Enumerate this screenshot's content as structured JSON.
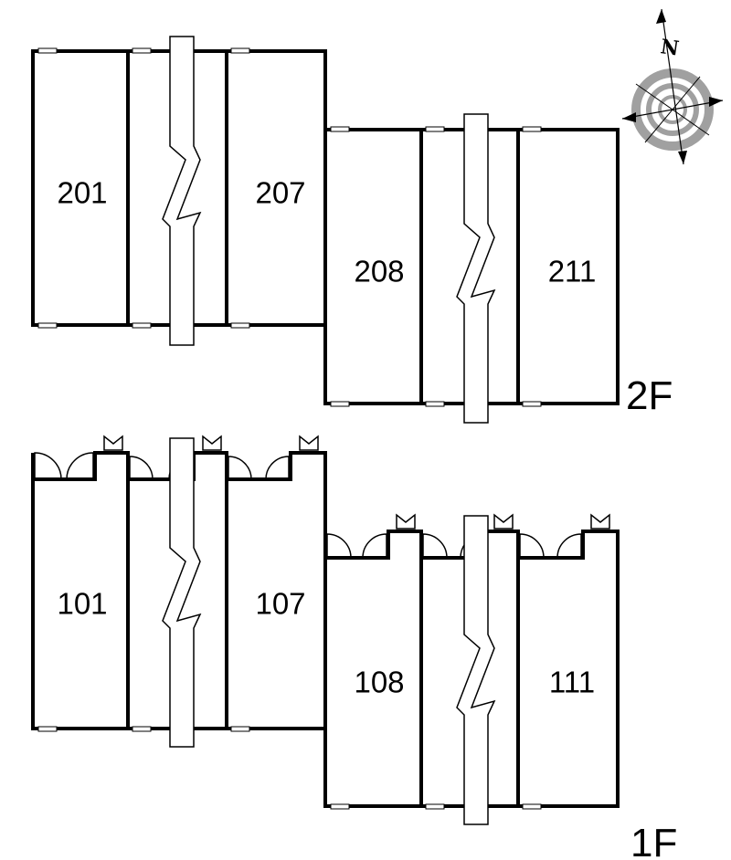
{
  "compass": {
    "north_label": "N"
  },
  "floors": [
    {
      "label": "2F",
      "units": [
        "201",
        "",
        "207",
        "208",
        "",
        "211"
      ]
    },
    {
      "label": "1F",
      "units": [
        "101",
        "",
        "107",
        "108",
        "",
        "111"
      ]
    }
  ]
}
